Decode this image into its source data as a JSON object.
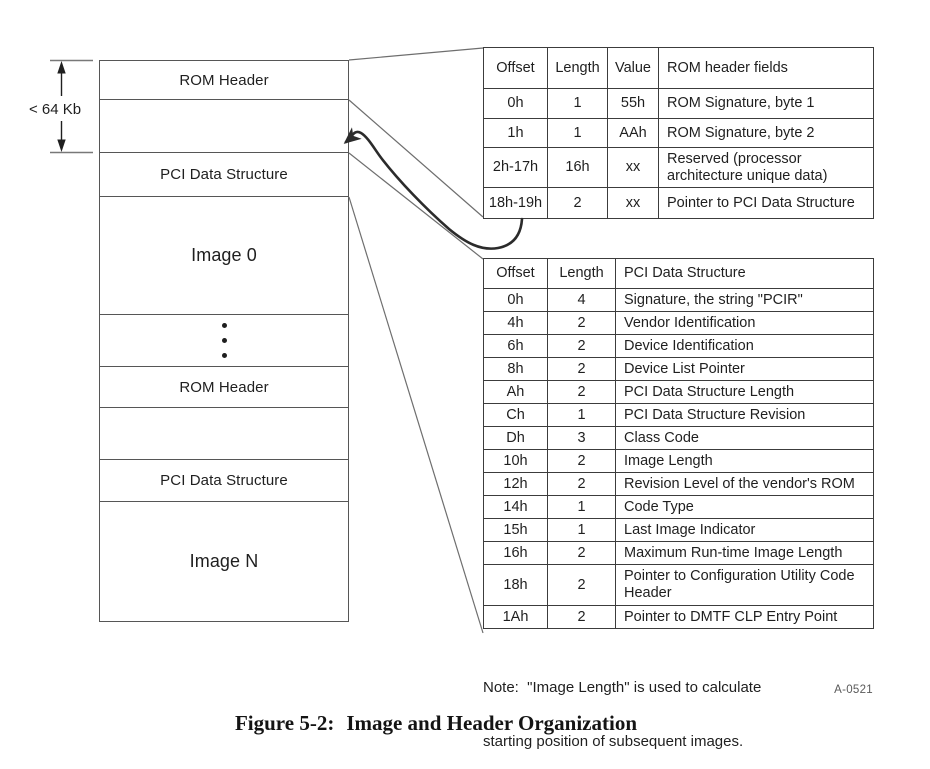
{
  "ink": {
    "text_color": "#1f1f1f",
    "thin_line_color": "#6e6e6e",
    "table_border_color": "#3c3c3c",
    "arrow_color": "#2b2b2b",
    "muted_color": "#5a5a5a"
  },
  "rom_stack": {
    "size_annotation": "< 64 Kb",
    "sections": [
      {
        "label": "ROM Header"
      },
      {
        "label": ""
      },
      {
        "label": "PCI Data Structure"
      },
      {
        "label": "Image 0"
      },
      {
        "label": ""
      },
      {
        "label": "ROM Header"
      },
      {
        "label": ""
      },
      {
        "label": "PCI Data Structure"
      },
      {
        "label": "Image N"
      }
    ]
  },
  "rom_header_table": {
    "columns": [
      "Offset",
      "Length",
      "Value",
      "ROM header fields"
    ],
    "rows": [
      {
        "offset": "0h",
        "length": "1",
        "value": "55h",
        "field": "ROM Signature, byte 1"
      },
      {
        "offset": "1h",
        "length": "1",
        "value": "AAh",
        "field": "ROM Signature, byte 2"
      },
      {
        "offset": "2h-17h",
        "length": "16h",
        "value": "xx",
        "field": "Reserved (processor architecture unique data)"
      },
      {
        "offset": "18h-19h",
        "length": "2",
        "value": "xx",
        "field": "Pointer to PCI Data Structure"
      }
    ]
  },
  "pci_data_table": {
    "columns": [
      "Offset",
      "Length",
      "PCI Data Structure"
    ],
    "rows": [
      {
        "offset": "0h",
        "length": "4",
        "field": "Signature, the string \"PCIR\""
      },
      {
        "offset": "4h",
        "length": "2",
        "field": "Vendor Identification"
      },
      {
        "offset": "6h",
        "length": "2",
        "field": "Device Identification"
      },
      {
        "offset": "8h",
        "length": "2",
        "field": "Device List Pointer"
      },
      {
        "offset": "Ah",
        "length": "2",
        "field": "PCI Data Structure Length"
      },
      {
        "offset": "Ch",
        "length": "1",
        "field": "PCI Data Structure Revision"
      },
      {
        "offset": "Dh",
        "length": "3",
        "field": "Class Code"
      },
      {
        "offset": "10h",
        "length": "2",
        "field": "Image Length"
      },
      {
        "offset": "12h",
        "length": "2",
        "field": "Revision Level of the vendor's ROM"
      },
      {
        "offset": "14h",
        "length": "1",
        "field": "Code Type"
      },
      {
        "offset": "15h",
        "length": "1",
        "field": "Last Image Indicator"
      },
      {
        "offset": "16h",
        "length": "2",
        "field": "Maximum Run-time Image Length"
      },
      {
        "offset": "18h",
        "length": "2",
        "field": "Pointer to Configuration Utility Code Header"
      },
      {
        "offset": "1Ah",
        "length": "2",
        "field": "Pointer to DMTF CLP Entry Point"
      }
    ]
  },
  "note": {
    "line1": "Note:  \"Image Length\" is used to calculate",
    "line2": "starting position of subsequent images."
  },
  "artwork_id": "A-0521",
  "caption": {
    "label": "Figure 5-2:",
    "title": "Image and Header Organization"
  }
}
